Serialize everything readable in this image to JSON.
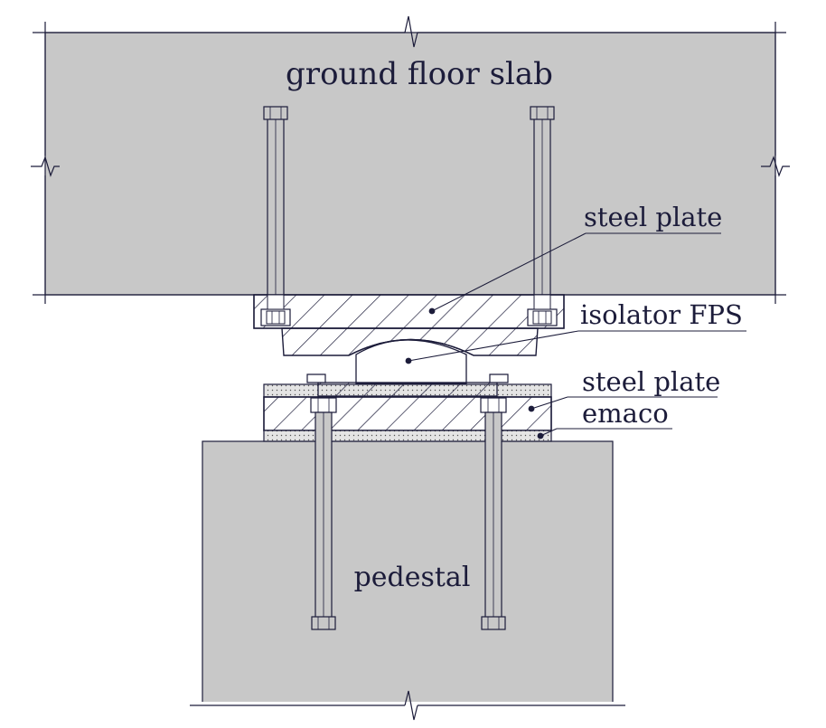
{
  "labels": {
    "slab": "ground floor slab",
    "steel_plate_top": "steel plate",
    "isolator": "isolator FPS",
    "steel_plate_bottom": "steel plate",
    "emaco": "emaco",
    "pedestal": "pedestal"
  },
  "colors": {
    "concrete": "#c8c8c8",
    "line": "#1c1c3a",
    "emaco_fill": "#e4e4e4",
    "background": "#ffffff"
  }
}
